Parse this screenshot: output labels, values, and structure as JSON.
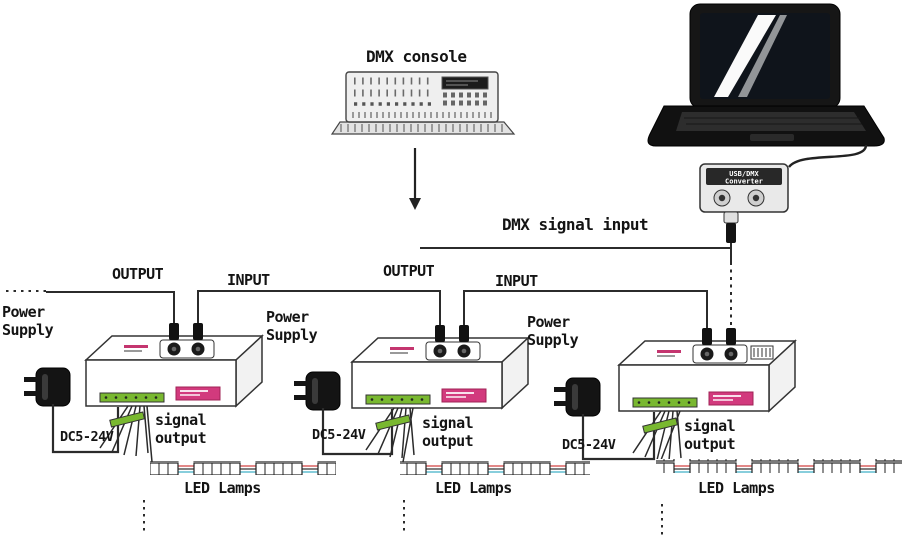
{
  "diagram": {
    "console": {
      "label": "DMX console"
    },
    "signal_input_label": "DMX signal input",
    "converter": {
      "line1": "USB/DMX",
      "line2": "Converter"
    },
    "bus_labels": [
      {
        "output": "OUTPUT",
        "input": "INPUT"
      },
      {
        "output": "OUTPUT",
        "input": "INPUT"
      }
    ],
    "controllers": [
      {
        "power_supply": "Power Supply",
        "dc_rating": "DC5-24V",
        "signal_output": "signal output",
        "led_lamps": "LED Lamps"
      },
      {
        "power_supply": "Power Supply",
        "dc_rating": "DC5-24V",
        "signal_output": "signal output",
        "led_lamps": "LED Lamps"
      },
      {
        "power_supply": "Power Supply",
        "dc_rating": "DC5-24V",
        "signal_output": "signal output",
        "led_lamps": "LED Lamps"
      }
    ]
  }
}
